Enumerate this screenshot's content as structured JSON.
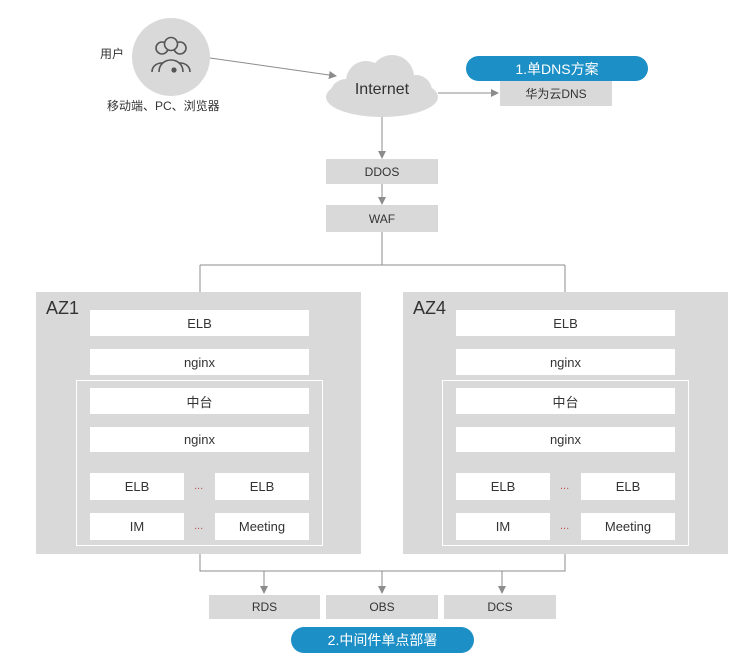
{
  "user": {
    "label": "用户",
    "devices": "移动端、PC、浏览器",
    "icon": "users-icon"
  },
  "internet": {
    "label": "Internet"
  },
  "dns": {
    "badge": "1.单DNS方案",
    "label": "华为云DNS"
  },
  "security": {
    "ddos": "DDOS",
    "waf": "WAF"
  },
  "az_left": {
    "name": "AZ1",
    "elb": "ELB",
    "nginx": "nginx",
    "middle": "中台",
    "nginx2": "nginx",
    "elb_a": "ELB",
    "elb_b": "ELB",
    "im": "IM",
    "meeting": "Meeting",
    "ellipsis": "..."
  },
  "az_right": {
    "name": "AZ4",
    "elb": "ELB",
    "nginx": "nginx",
    "middle": "中台",
    "nginx2": "nginx",
    "elb_a": "ELB",
    "elb_b": "ELB",
    "im": "IM",
    "meeting": "Meeting",
    "ellipsis": "..."
  },
  "services": {
    "rds": "RDS",
    "obs": "OBS",
    "dcs": "DCS"
  },
  "middleware_badge": "2.中间件单点部署",
  "colors": {
    "accent": "#1b8fc6",
    "block": "#d9d9d9",
    "line": "#8c8c8c"
  }
}
